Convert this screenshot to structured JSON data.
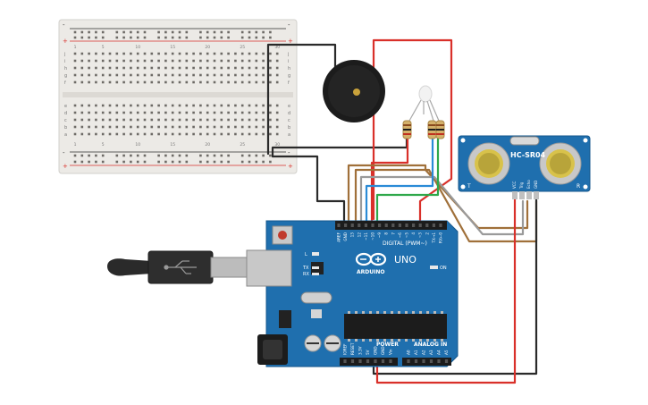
{
  "breadboard": {
    "row_letters_top": [
      "j",
      "i",
      "h",
      "g",
      "f"
    ],
    "row_letters_bottom": [
      "e",
      "d",
      "c",
      "b",
      "a"
    ],
    "rail_plus": "+",
    "rail_minus": "-",
    "column_numbers": [
      "1",
      "5",
      "10",
      "15",
      "20",
      "25",
      "30"
    ]
  },
  "buzzer": {
    "label": ""
  },
  "sensor": {
    "model": "HC-SR04",
    "pins": [
      "VCC",
      "Trig",
      "Echo",
      "GND"
    ],
    "left_mark": "T",
    "right_mark": "R"
  },
  "arduino": {
    "logo_text": "ARDUINO",
    "uno_label": "UNO",
    "on_label": "ON",
    "l_label": "L",
    "tx_label": "TX",
    "rx_label": "RX",
    "digital_label": "DIGITAL (PWM~)",
    "power_label": "POWER",
    "analog_label": "ANALOG IN",
    "top_header_labels": [
      "AREF",
      "GND",
      "13",
      "12",
      "~11",
      "~10",
      "~9",
      "8",
      "7",
      "~6",
      "~5",
      "4",
      "~3",
      "2",
      "TX→1",
      "RX←0"
    ],
    "power_pins": [
      "IOREF",
      "RESET",
      "3.3V",
      "5V",
      "GND",
      "GND",
      "Vin"
    ],
    "analog_pins": [
      "A0",
      "A1",
      "A2",
      "A3",
      "A4",
      "A5"
    ]
  },
  "colors": {
    "board_blue": "#1f6fae",
    "wire_red": "#d9302a",
    "wire_black": "#2a2a2a",
    "wire_brown": "#a0703a",
    "wire_gray": "#9a9a9a",
    "wire_green": "#2fa84a",
    "wire_blue": "#2a8bd6",
    "sensor_blue": "#1f6fae"
  }
}
